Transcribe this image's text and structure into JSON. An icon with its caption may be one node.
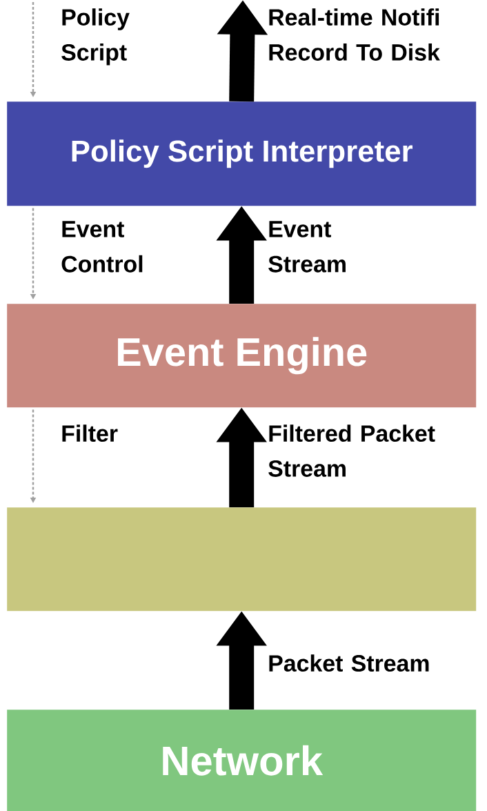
{
  "diagram": {
    "nodes": [
      {
        "text": [
          "Policy Script Interpreter"
        ]
      },
      {
        "text": [
          "Event Engine"
        ]
      },
      {
        "text": [],
        "shape": "box"
      },
      {
        "text": [
          "Network"
        ]
      }
    ],
    "edges": [
      {
        "from": 3,
        "to": 2,
        "arrow": "to",
        "label": "Packet Stream"
      },
      {
        "from": 2,
        "to": 1,
        "arrow": "to",
        "label": "Filtered Packet Stream"
      },
      {
        "from": 1,
        "to": 0,
        "arrow": "to",
        "label": "Event Stream"
      },
      {
        "from": 0,
        "to": null,
        "arrow": "to",
        "label": "Real-time Notifi Record To Disk"
      },
      {
        "from": null,
        "to": 0,
        "arrow": "to",
        "label": "Policy Script",
        "style": "dashed",
        "color": "#a0a0a0"
      },
      {
        "from": 0,
        "to": 1,
        "arrow": "to",
        "label": "Event Control",
        "style": "dashed",
        "color": "#a0a0a0"
      },
      {
        "from": 1,
        "to": 2,
        "arrow": "to",
        "label": "Filter",
        "style": "dashed",
        "color": "#a0a0a0"
      }
    ]
  }
}
